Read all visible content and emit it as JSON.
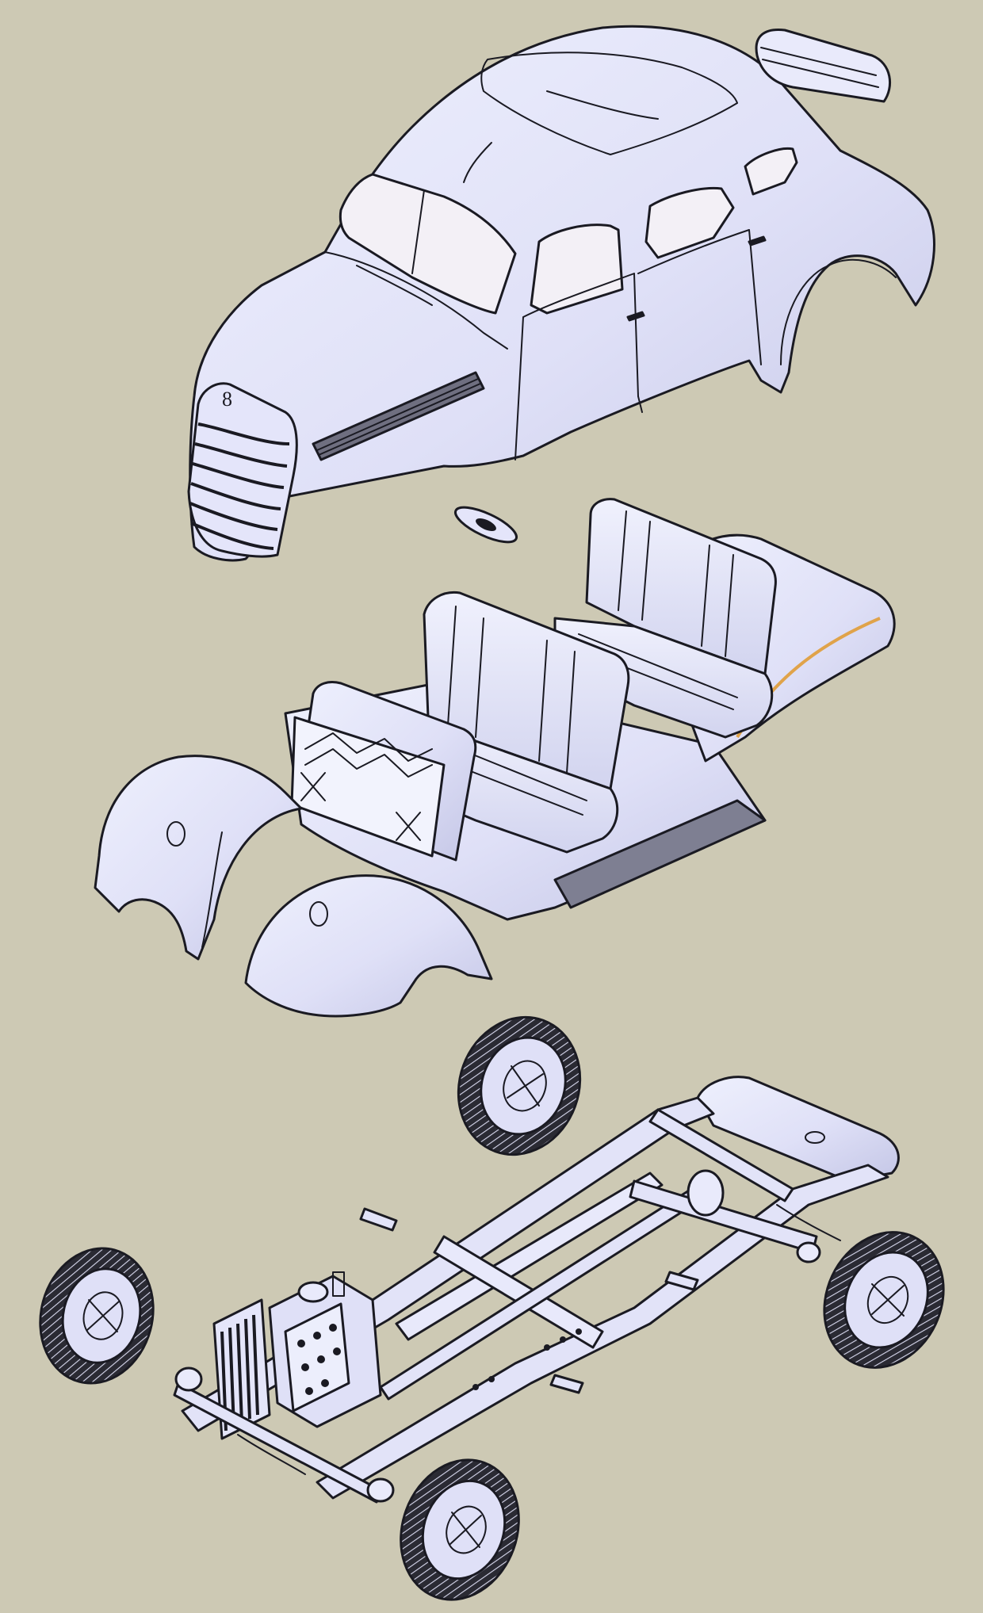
{
  "colors": {
    "background": "#cdc9b4",
    "part_fill": "#dfe0f7",
    "part_fill_light": "#eceefc",
    "part_shade": "#c2c4e4",
    "outline": "#1a1a22",
    "glass": "#f3f0f6",
    "accent_edge": "#e0a34a"
  },
  "icons": [
    "body-shell",
    "hood-ornament",
    "floor-pan",
    "seat",
    "fender",
    "wheel",
    "chassis-frame",
    "engine",
    "radiator",
    "fuel-tank"
  ]
}
